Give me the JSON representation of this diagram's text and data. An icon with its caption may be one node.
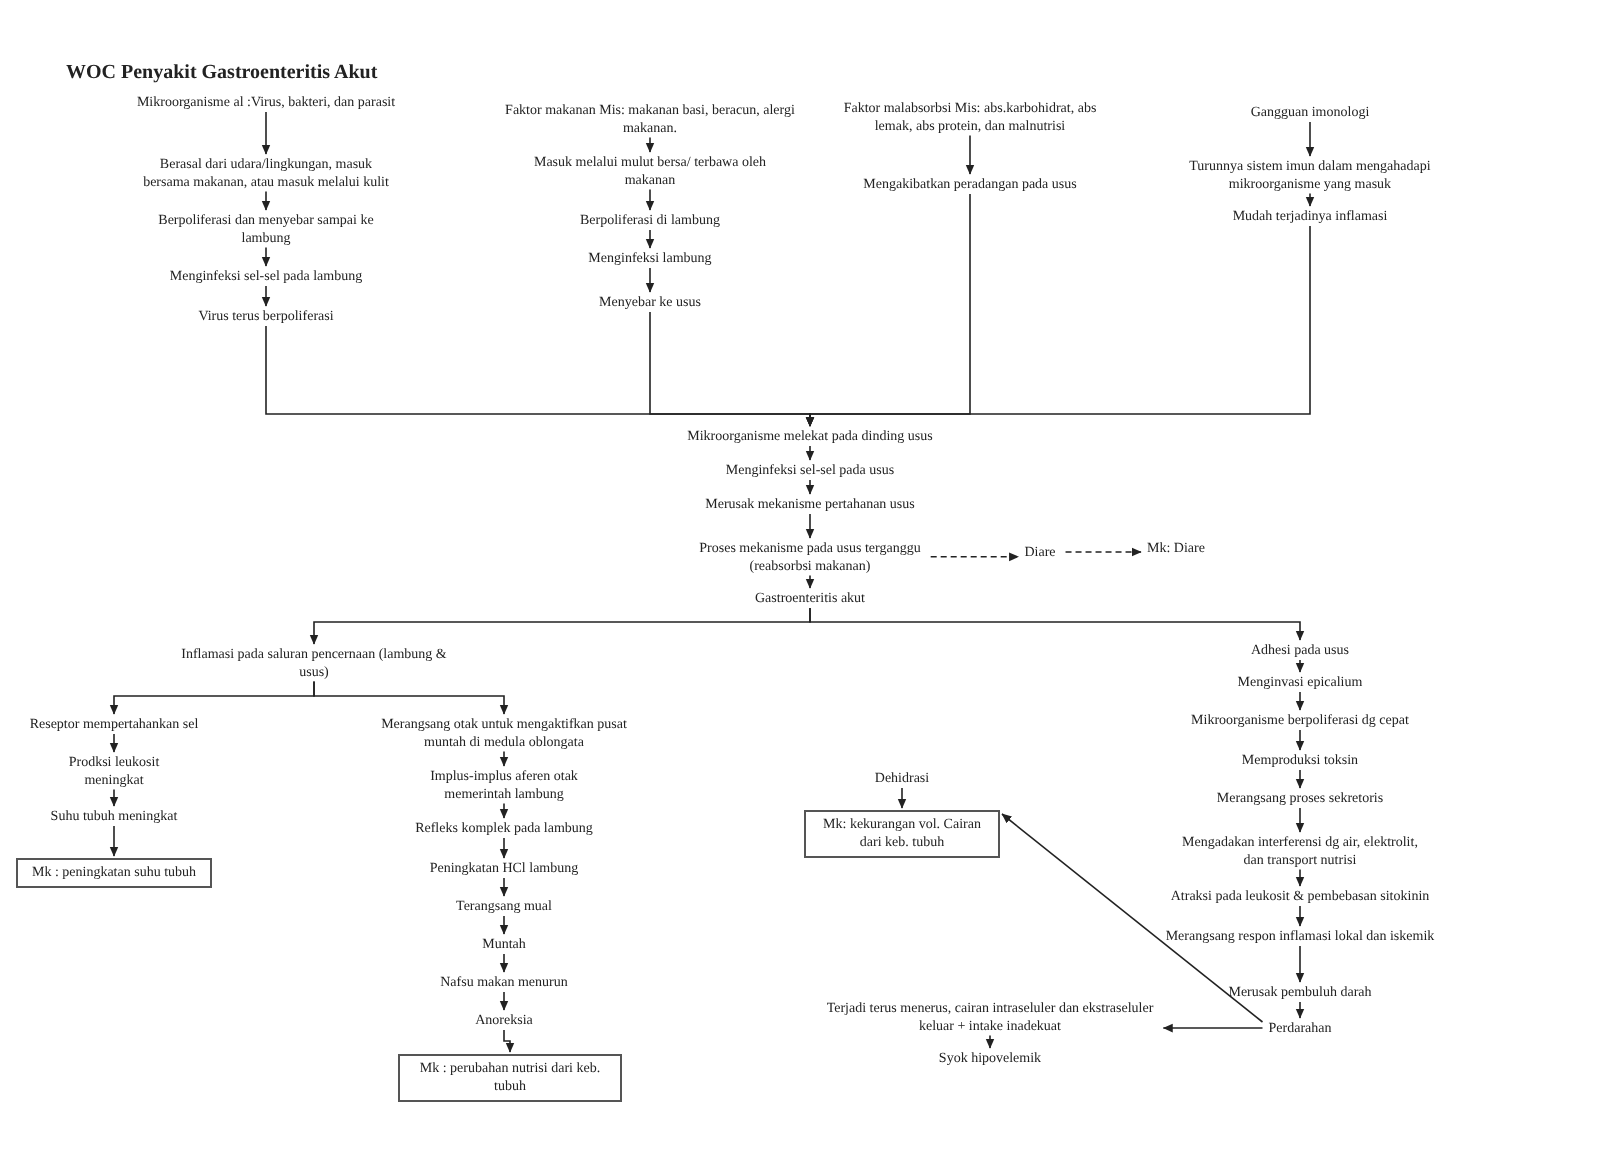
{
  "diagram": {
    "title": "WOC Penyakit Gastroenteritis Akut",
    "nodes": [
      {
        "text": [
          "Mikroorganisme al :Virus, bakteri, dan parasit"
        ]
      },
      {
        "text": [
          "Berasal dari udara/lingkungan, masuk bersama makanan, atau masuk melalui kulit"
        ]
      },
      {
        "text": [
          "Berpoliferasi dan menyebar sampai ke lambung"
        ]
      },
      {
        "text": [
          "Menginfeksi sel-sel pada lambung"
        ]
      },
      {
        "text": [
          "Virus terus berpoliferasi"
        ]
      },
      {
        "text": [
          "Faktor makanan Mis: makanan basi, beracun, alergi makanan."
        ]
      },
      {
        "text": [
          "Masuk melalui mulut bersa/ terbawa oleh makanan"
        ]
      },
      {
        "text": [
          "Berpoliferasi di lambung"
        ]
      },
      {
        "text": [
          "Menginfeksi lambung"
        ]
      },
      {
        "text": [
          "Menyebar ke usus"
        ]
      },
      {
        "text": [
          "Faktor malabsorbsi Mis: abs.karbohidrat, abs lemak, abs protein, dan malnutrisi"
        ]
      },
      {
        "text": [
          "Mengakibatkan peradangan pada usus"
        ]
      },
      {
        "text": [
          "Gangguan imonologi"
        ]
      },
      {
        "text": [
          "Turunnya sistem imun dalam mengahadapi mikroorganisme yang masuk"
        ]
      },
      {
        "text": [
          "Mudah terjadinya inflamasi"
        ]
      },
      {
        "text": [
          "Mikroorganisme melekat pada dinding usus"
        ]
      },
      {
        "text": [
          "Menginfeksi sel-sel pada usus"
        ]
      },
      {
        "text": [
          "Merusak mekanisme pertahanan usus"
        ]
      },
      {
        "text": [
          "Proses mekanisme pada usus terganggu (reabsorbsi makanan)"
        ]
      },
      {
        "text": [
          "Diare"
        ]
      },
      {
        "text": [
          "Mk: Diare"
        ]
      },
      {
        "text": [
          "Gastroenteritis akut"
        ]
      },
      {
        "text": [
          "Inflamasi pada saluran pencernaan (lambung & usus)"
        ]
      },
      {
        "text": [
          "Adhesi pada usus"
        ]
      },
      {
        "text": [
          "Reseptor mempertahankan sel"
        ]
      },
      {
        "text": [
          "Prodksi leukosit meningkat"
        ]
      },
      {
        "text": [
          "Suhu tubuh meningkat"
        ]
      },
      {
        "text": [
          "Mk : peningkatan suhu tubuh"
        ]
      },
      {
        "text": [
          "Merangsang otak untuk mengaktifkan pusat muntah di medula oblongata"
        ]
      },
      {
        "text": [
          "Implus-implus aferen otak memerintah lambung"
        ]
      },
      {
        "text": [
          "Refleks komplek pada lambung"
        ]
      },
      {
        "text": [
          "Peningkatan HCl lambung"
        ]
      },
      {
        "text": [
          "Terangsang mual"
        ]
      },
      {
        "text": [
          "Muntah"
        ]
      },
      {
        "text": [
          "Nafsu makan menurun"
        ]
      },
      {
        "text": [
          "Anoreksia"
        ]
      },
      {
        "text": [
          "Mk : perubahan nutrisi dari keb. tubuh"
        ]
      },
      {
        "text": [
          "Menginvasi epicalium"
        ]
      },
      {
        "text": [
          "Mikroorganisme berpoliferasi dg cepat"
        ]
      },
      {
        "text": [
          "Memproduksi toksin"
        ]
      },
      {
        "text": [
          "Merangsang proses sekretoris"
        ]
      },
      {
        "text": [
          "Mengadakan interferensi dg air, elektrolit, dan transport nutrisi"
        ]
      },
      {
        "text": [
          "Atraksi pada leukosit & pembebasan sitokinin"
        ]
      },
      {
        "text": [
          "Merangsang respon inflamasi lokal dan iskemik"
        ]
      },
      {
        "text": [
          "Merusak pembuluh darah"
        ]
      },
      {
        "text": [
          "Perdarahan"
        ]
      },
      {
        "text": [
          "Dehidrasi"
        ]
      },
      {
        "text": [
          "Mk: kekurangan vol. Cairan dari keb. tubuh"
        ]
      },
      {
        "text": [
          "Terjadi terus menerus, cairan intraseluler dan ekstraseluler keluar + intake inadekuat"
        ]
      },
      {
        "text": [
          "Syok hipovelemik"
        ]
      }
    ],
    "edges": [
      {
        "from": 0,
        "to": 1,
        "arrow": "to"
      },
      {
        "from": 1,
        "to": 2,
        "arrow": "to"
      },
      {
        "from": 2,
        "to": 3,
        "arrow": "to"
      },
      {
        "from": 3,
        "to": 4,
        "arrow": "to"
      },
      {
        "from": 5,
        "to": 6,
        "arrow": "to"
      },
      {
        "from": 6,
        "to": 7,
        "arrow": "to"
      },
      {
        "from": 7,
        "to": 8,
        "arrow": "to"
      },
      {
        "from": 8,
        "to": 9,
        "arrow": "to"
      },
      {
        "from": 10,
        "to": 11,
        "arrow": "to"
      },
      {
        "from": 12,
        "to": 13,
        "arrow": "to"
      },
      {
        "from": 13,
        "to": 14,
        "arrow": "to"
      },
      {
        "from": 4,
        "to": 15,
        "arrow": "to"
      },
      {
        "from": 9,
        "to": 15,
        "arrow": "to"
      },
      {
        "from": 11,
        "to": 15,
        "arrow": "to"
      },
      {
        "from": 14,
        "to": 15,
        "arrow": "to"
      },
      {
        "from": 15,
        "to": 16,
        "arrow": "to"
      },
      {
        "from": 16,
        "to": 17,
        "arrow": "to"
      },
      {
        "from": 17,
        "to": 18,
        "arrow": "to"
      },
      {
        "from": 18,
        "to": 19,
        "arrow": "to",
        "style": "dashed"
      },
      {
        "from": 19,
        "to": 20,
        "arrow": "to",
        "style": "dashed"
      },
      {
        "from": 18,
        "to": 21,
        "arrow": "to"
      },
      {
        "from": 21,
        "to": 22,
        "arrow": "to"
      },
      {
        "from": 21,
        "to": 23,
        "arrow": "to"
      },
      {
        "from": 22,
        "to": 24,
        "arrow": "to"
      },
      {
        "from": 22,
        "to": 28,
        "arrow": "to"
      },
      {
        "from": 24,
        "to": 25,
        "arrow": "to"
      },
      {
        "from": 25,
        "to": 26,
        "arrow": "to"
      },
      {
        "from": 26,
        "to": 27,
        "arrow": "to"
      },
      {
        "from": 28,
        "to": 29,
        "arrow": "to"
      },
      {
        "from": 29,
        "to": 30,
        "arrow": "to"
      },
      {
        "from": 30,
        "to": 31,
        "arrow": "to"
      },
      {
        "from": 31,
        "to": 32,
        "arrow": "to"
      },
      {
        "from": 32,
        "to": 33,
        "arrow": "to"
      },
      {
        "from": 33,
        "to": 34,
        "arrow": "to"
      },
      {
        "from": 34,
        "to": 35,
        "arrow": "to"
      },
      {
        "from": 35,
        "to": 36,
        "arrow": "to"
      },
      {
        "from": 23,
        "to": 37,
        "arrow": "to"
      },
      {
        "from": 37,
        "to": 38,
        "arrow": "to"
      },
      {
        "from": 38,
        "to": 39,
        "arrow": "to"
      },
      {
        "from": 39,
        "to": 40,
        "arrow": "to"
      },
      {
        "from": 40,
        "to": 41,
        "arrow": "to"
      },
      {
        "from": 41,
        "to": 42,
        "arrow": "to"
      },
      {
        "from": 42,
        "to": 43,
        "arrow": "to"
      },
      {
        "from": 43,
        "to": 44,
        "arrow": "to"
      },
      {
        "from": 44,
        "to": 45,
        "arrow": "to"
      },
      {
        "from": 46,
        "to": 47,
        "arrow": "to"
      },
      {
        "from": 45,
        "to": 47,
        "arrow": "to"
      },
      {
        "from": 45,
        "to": 48,
        "arrow": "to"
      },
      {
        "from": 48,
        "to": 49,
        "arrow": "to"
      }
    ]
  }
}
